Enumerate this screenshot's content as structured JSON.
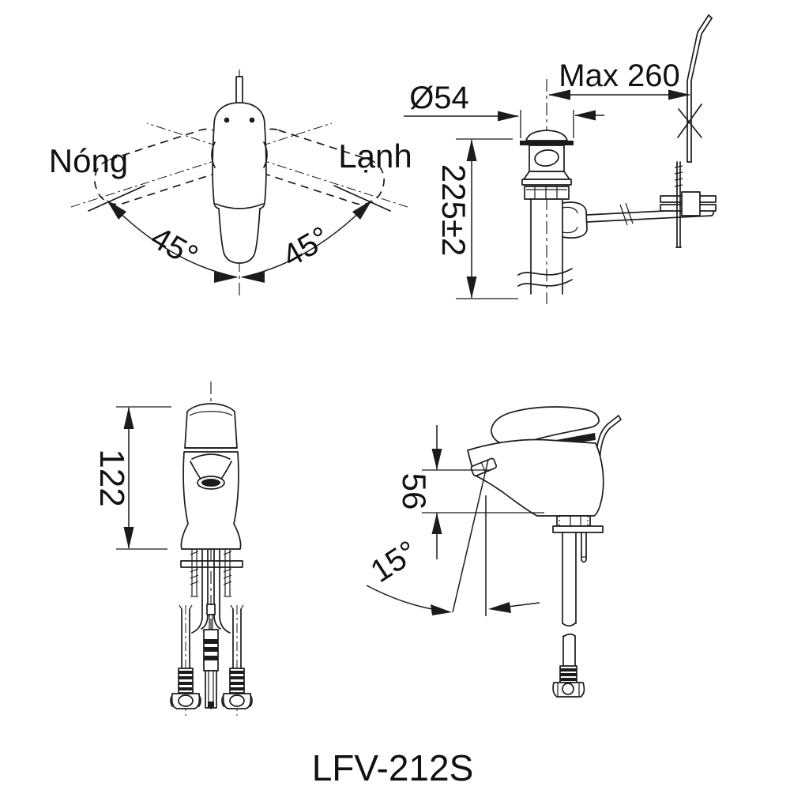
{
  "drawing": {
    "model_label": "LFV-212S",
    "line_color": "#1b1b1b",
    "background": "#ffffff"
  },
  "views": {
    "top_view": {
      "name": "handle-rotation-top-view",
      "hot_label": "Nóng",
      "cold_label": "Lạnh",
      "angle_left": "45°",
      "angle_right": "45°"
    },
    "drain_view": {
      "name": "pop-up-drain-assembly-view",
      "diameter": "Ø54",
      "max_reach": "Max 260",
      "height": "225±2"
    },
    "front_view": {
      "name": "faucet-front-view",
      "height": "122"
    },
    "side_view": {
      "name": "faucet-side-view",
      "spout_height": "56",
      "spout_angle": "15°"
    }
  }
}
